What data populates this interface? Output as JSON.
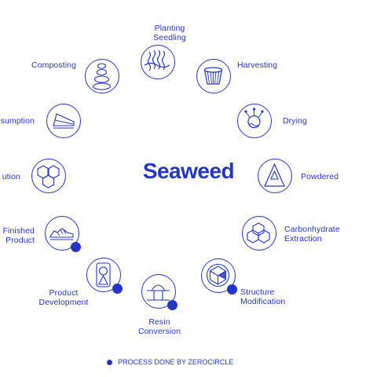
{
  "center_title": "Seaweed",
  "legend": {
    "label": "PROCESS DONE BY ZEROCIRCLE"
  },
  "accent_color": "#2336c6",
  "steps": [
    {
      "id": "planting-seedling",
      "label": "Planting\nSeedling",
      "icon": "seaweed-icon",
      "zerocircle": false
    },
    {
      "id": "harvesting",
      "label": "Harvesting",
      "icon": "basket-icon",
      "zerocircle": false
    },
    {
      "id": "drying",
      "label": "Drying",
      "icon": "sun-icon",
      "zerocircle": false
    },
    {
      "id": "powdered",
      "label": "Powdered",
      "icon": "powder-icon",
      "zerocircle": false
    },
    {
      "id": "carbonhydrate-extraction",
      "label": "Carbonhydrate\nExtraction",
      "icon": "molecule-icon",
      "zerocircle": false
    },
    {
      "id": "structure-modification",
      "label": "Structure\nModification",
      "icon": "cube-structure-icon",
      "zerocircle": true
    },
    {
      "id": "resin-conversion",
      "label": "Resin\nConversion",
      "icon": "resin-icon",
      "zerocircle": true
    },
    {
      "id": "product-development",
      "label": "Product\nDevelopment",
      "icon": "prototype-icon",
      "zerocircle": true
    },
    {
      "id": "finished-product",
      "label": "Finished\nProduct",
      "icon": "shoe-icon",
      "zerocircle": true
    },
    {
      "id": "distribution",
      "label": "ution",
      "icon": "boxes-icon",
      "zerocircle": false
    },
    {
      "id": "consumption",
      "label": "sumption",
      "icon": "cake-slice-icon",
      "zerocircle": false
    },
    {
      "id": "composting",
      "label": "Composting",
      "icon": "stacked-stones-icon",
      "zerocircle": false
    }
  ]
}
